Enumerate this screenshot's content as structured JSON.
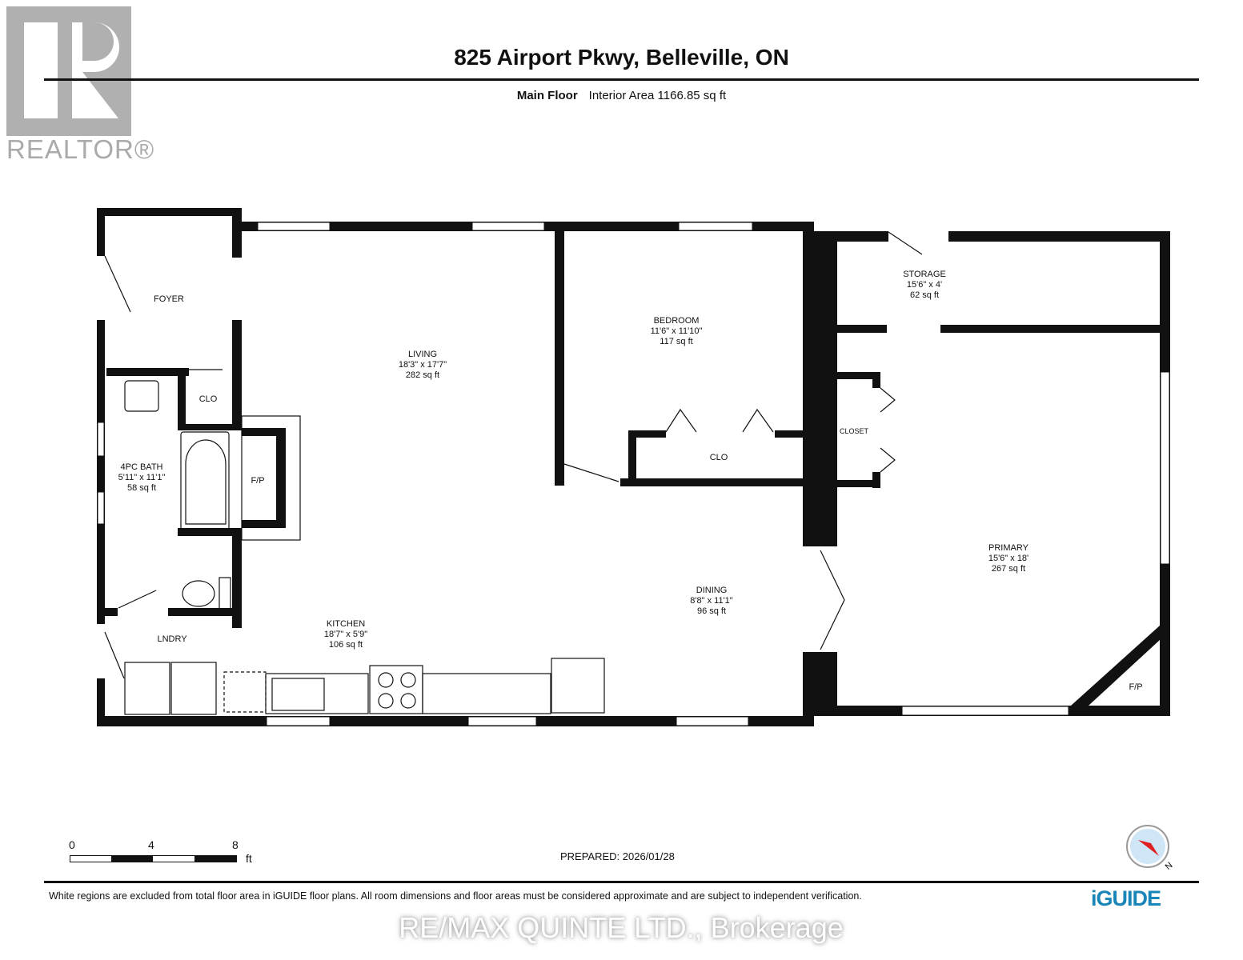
{
  "header": {
    "title": "825 Airport Pkwy, Belleville, ON",
    "floor": "Main Floor",
    "area": "Interior Area 1166.85 sq ft"
  },
  "logo": {
    "text": "REALTOR®",
    "color": "#aaaaaa"
  },
  "rooms": [
    {
      "name": "FOYER",
      "dims": "",
      "area": ""
    },
    {
      "name": "LIVING",
      "dims": "18'3\" x 17'7\"",
      "area": "282 sq ft"
    },
    {
      "name": "BEDROOM",
      "dims": "11'6\" x 11'10\"",
      "area": "117 sq ft"
    },
    {
      "name": "STORAGE",
      "dims": "15'6\" x 4'",
      "area": "62 sq ft"
    },
    {
      "name": "CLO",
      "dims": "",
      "area": ""
    },
    {
      "name": "4PC BATH",
      "dims": "5'11\" x 11'1\"",
      "area": "58 sq ft"
    },
    {
      "name": "F/P",
      "dims": "",
      "area": ""
    },
    {
      "name": "CLO",
      "dims": "",
      "area": ""
    },
    {
      "name": "CLOSET",
      "dims": "",
      "area": ""
    },
    {
      "name": "PRIMARY",
      "dims": "15'6\" x 18'",
      "area": "267 sq ft"
    },
    {
      "name": "DINING",
      "dims": "8'8\" x 11'1\"",
      "area": "96 sq ft"
    },
    {
      "name": "KITCHEN",
      "dims": "18'7\" x 5'9\"",
      "area": "106 sq ft"
    },
    {
      "name": "LNDRY",
      "dims": "",
      "area": ""
    },
    {
      "name": "F/P",
      "dims": "",
      "area": ""
    }
  ],
  "scale": {
    "ticks": [
      "0",
      "4",
      "8"
    ],
    "unit": "ft"
  },
  "footer": {
    "prepared": "PREPARED: 2026/01/28",
    "disclaimer": "White regions are excluded from total floor area in iGUIDE floor plans. All room dimensions and floor areas must be considered approximate and are subject to independent verification.",
    "brand": "iGUIDE",
    "watermark": "RE/MAX QUINTE LTD., Brokerage",
    "compass_label": "N"
  },
  "colors": {
    "wall": "#111111",
    "brand": "#1a86b8",
    "compass_needle": "#e02020",
    "compass_face": "#cfe6f7"
  }
}
